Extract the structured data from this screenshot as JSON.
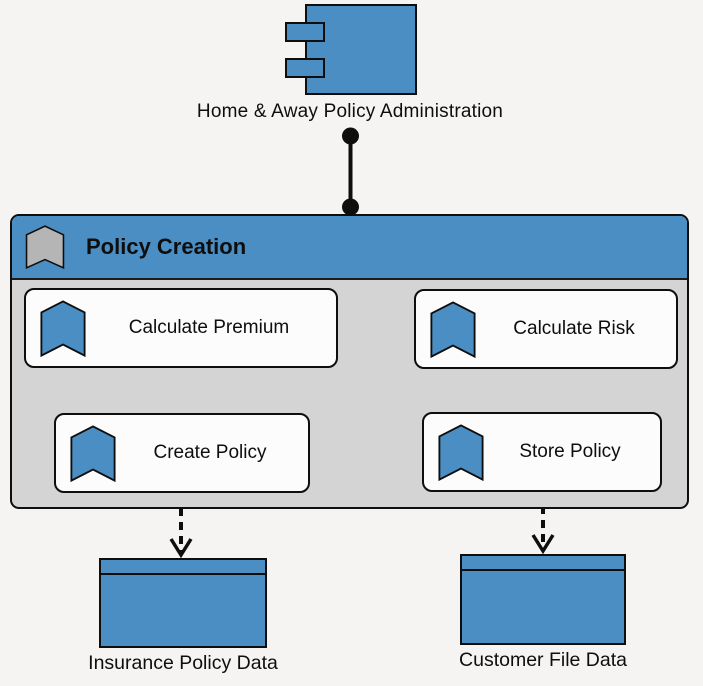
{
  "diagram": {
    "background_color": "#f5f4f2",
    "accent_blue": "#4a8ec4",
    "container_gray": "#d4d4d4",
    "header_icon_gray": "#b5b5b5",
    "component": {
      "label": "Home & Away Policy Administration"
    },
    "process_group": {
      "title": "Policy Creation"
    },
    "tasks": [
      {
        "label": "Calculate Premium"
      },
      {
        "label": "Calculate Risk"
      },
      {
        "label": "Create Policy"
      },
      {
        "label": "Store Policy"
      }
    ],
    "datastores": [
      {
        "label": "Insurance Policy Data"
      },
      {
        "label": "Customer File Data"
      }
    ],
    "connections": [
      {
        "from": "Home & Away Policy Administration",
        "to": "Policy Creation",
        "style": "solid line with filled ball ends"
      },
      {
        "from": "Calculate Premium",
        "to": "Calculate Risk",
        "style": "solid arrow"
      },
      {
        "from": "Calculate Premium",
        "to": "Create Policy",
        "style": "solid arrow"
      },
      {
        "from": "Create Policy",
        "to": "Store Policy",
        "style": "solid arrow"
      },
      {
        "from": "Create Policy",
        "to": "Insurance Policy Data",
        "style": "dashed open arrow"
      },
      {
        "from": "Store Policy",
        "to": "Customer File Data",
        "style": "dashed open arrow"
      }
    ]
  }
}
